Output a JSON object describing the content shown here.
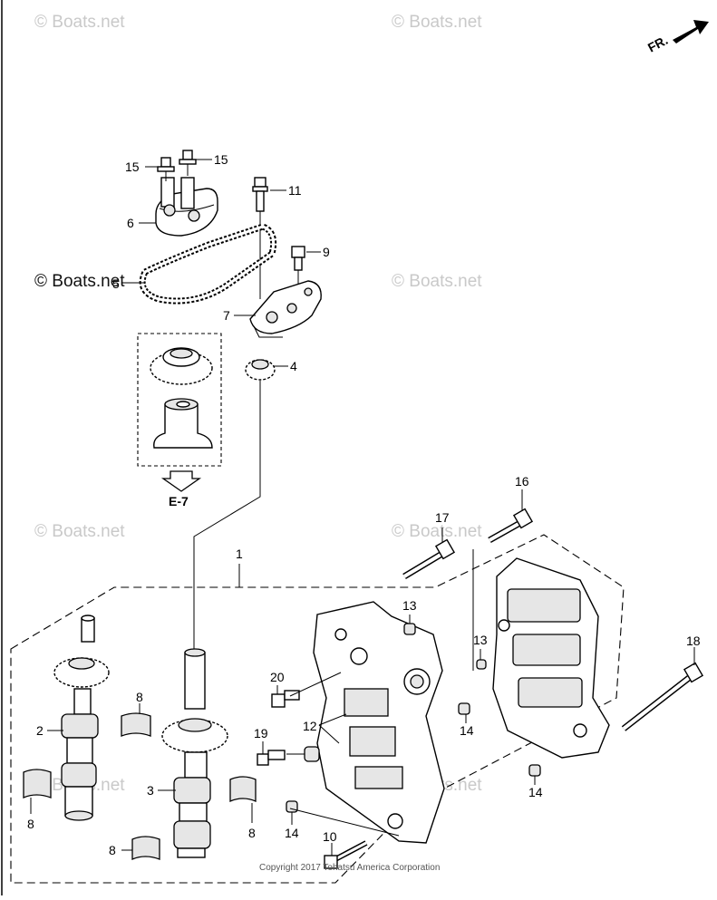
{
  "diagram": {
    "watermark_text": "© Boats.net",
    "direction_label": "FR.",
    "reference_label": "E-7",
    "copyright": "Copyright 2017 Tohatsu America Corporation",
    "callouts": {
      "c1": "1",
      "c2": "2",
      "c3": "3",
      "c4": "4",
      "c5": "5",
      "c6": "6",
      "c7": "7",
      "c8a": "8",
      "c8b": "8",
      "c8c": "8",
      "c8d": "8",
      "c9": "9",
      "c10": "10",
      "c11": "11",
      "c12": "12",
      "c13a": "13",
      "c13b": "13",
      "c14a": "14",
      "c14b": "14",
      "c14c": "14",
      "c15a": "15",
      "c15b": "15",
      "c16": "16",
      "c17": "17",
      "c18": "18",
      "c19": "19",
      "c20": "20"
    }
  }
}
